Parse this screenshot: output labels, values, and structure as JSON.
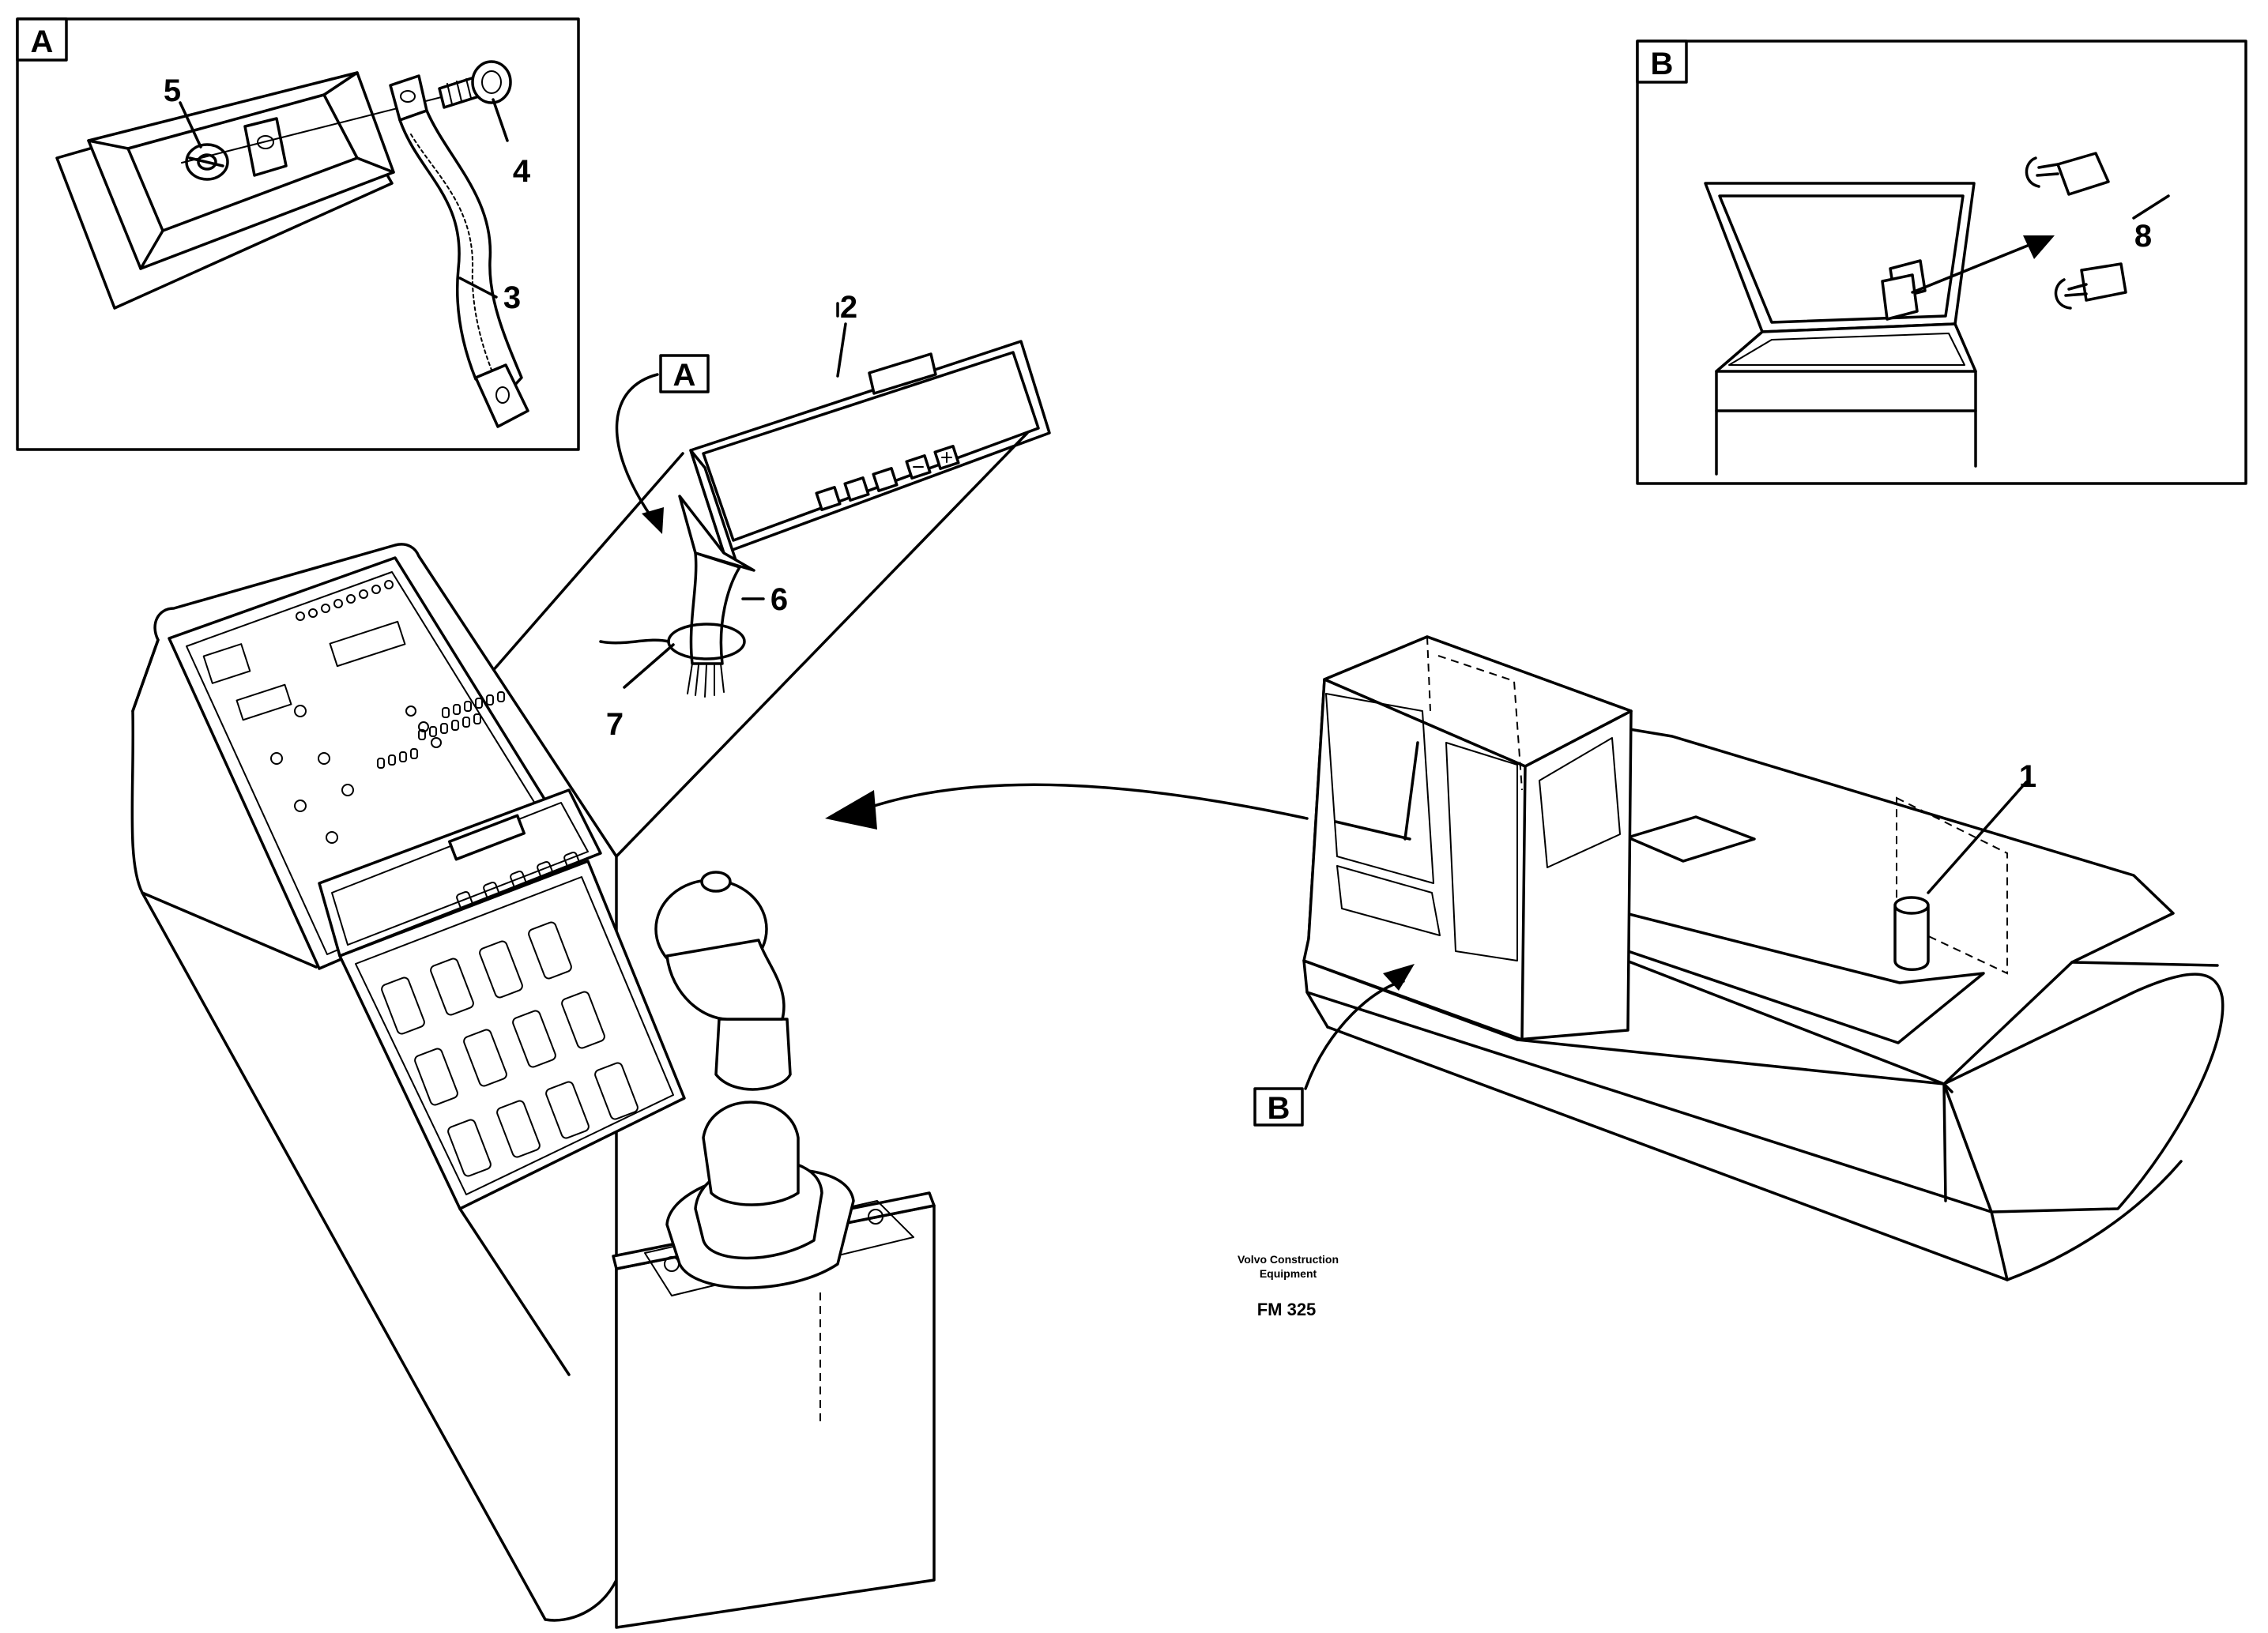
{
  "detail_boxes": {
    "a": {
      "letter": "A"
    },
    "b": {
      "letter": "B"
    }
  },
  "callouts": {
    "a": "A",
    "b": "B"
  },
  "part_numbers": {
    "p1": "1",
    "p2": "2",
    "p3": "3",
    "p4": "4",
    "p5": "5",
    "p6": "6",
    "p7": "7",
    "p8": "8"
  },
  "footer": {
    "credit_line1": "Volvo Construction",
    "credit_line2": "Equipment",
    "code": "FM 325"
  }
}
